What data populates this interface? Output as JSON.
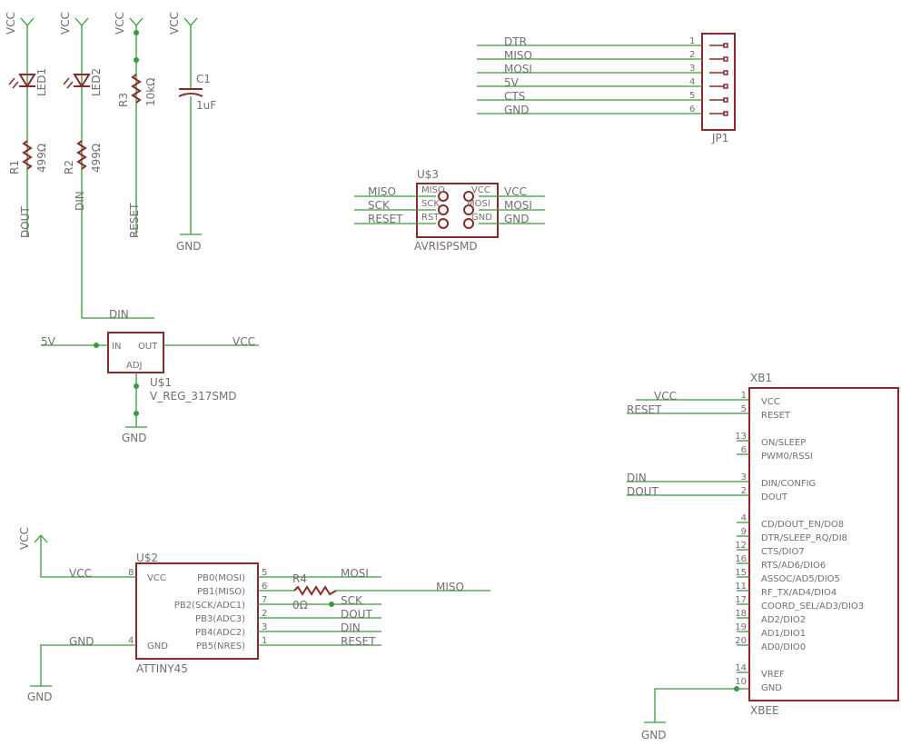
{
  "vcc": "VCC",
  "gnd": "GND",
  "led1": "LED1",
  "led2": "LED2",
  "r1": {
    "name": "R1",
    "value": "499Ω"
  },
  "r2": {
    "name": "R2",
    "value": "499Ω"
  },
  "r3": {
    "name": "R3",
    "value": "10kΩ"
  },
  "r4": {
    "name": "R4",
    "value": "0Ω"
  },
  "c1": {
    "name": "C1",
    "value": "1uF"
  },
  "nets": {
    "dout": "DOUT",
    "din": "DIN",
    "reset": "RESET",
    "miso": "MISO",
    "mosi": "MOSI",
    "sck": "SCK",
    "five_v": "5V",
    "dtr": "DTR",
    "cts": "CTS"
  },
  "jp1": {
    "name": "JP1",
    "pins": [
      "1",
      "2",
      "3",
      "4",
      "5",
      "6"
    ],
    "nets": [
      "DTR",
      "MISO",
      "MOSI",
      "5V",
      "CTS",
      "GND"
    ]
  },
  "u3": {
    "name": "U$3",
    "value": "AVRISPSMD",
    "pins": [
      "MISO",
      "SCK",
      "RST",
      "VCC",
      "MOSI",
      "GND"
    ]
  },
  "u1": {
    "name": "U$1",
    "value": "V_REG_317SMD",
    "pins": [
      "IN",
      "OUT",
      "ADJ"
    ]
  },
  "u2": {
    "name": "U$2",
    "value": "ATTINY45",
    "left_pins": [
      {
        "num": "8",
        "label": "VCC"
      },
      {
        "num": "4",
        "label": "GND"
      }
    ],
    "right_pins": [
      {
        "num": "5",
        "label": "PB0(MOSI)"
      },
      {
        "num": "6",
        "label": "PB1(MISO)"
      },
      {
        "num": "7",
        "label": "PB2(SCK/ADC1)"
      },
      {
        "num": "2",
        "label": "PB3(ADC3)"
      },
      {
        "num": "3",
        "label": "PB4(ADC2)"
      },
      {
        "num": "1",
        "label": "PB5(NRES)"
      }
    ]
  },
  "xb1": {
    "name": "XB1",
    "value": "XBEE",
    "pins": [
      {
        "num": "1",
        "label": "VCC"
      },
      {
        "num": "5",
        "label": "RESET"
      },
      {
        "num": "13",
        "label": "ON/SLEEP"
      },
      {
        "num": "6",
        "label": "PWM0/RSSI"
      },
      {
        "num": "3",
        "label": "DIN/CONFIG"
      },
      {
        "num": "2",
        "label": "DOUT"
      },
      {
        "num": "4",
        "label": "CD/DOUT_EN/DO8"
      },
      {
        "num": "9",
        "label": "DTR/SLEEP_RQ/DI8"
      },
      {
        "num": "12",
        "label": "CTS/DIO7"
      },
      {
        "num": "16",
        "label": "RTS/AD6/DIO6"
      },
      {
        "num": "15",
        "label": "ASSOC/AD5/DIO5"
      },
      {
        "num": "11",
        "label": "RF_TX/AD4/DIO4"
      },
      {
        "num": "17",
        "label": "COORD_SEL/AD3/DIO3"
      },
      {
        "num": "18",
        "label": "AD2/DIO2"
      },
      {
        "num": "19",
        "label": "AD1/DIO1"
      },
      {
        "num": "20",
        "label": "AD0/DIO0"
      },
      {
        "num": "14",
        "label": "VREF"
      },
      {
        "num": "10",
        "label": "GND"
      }
    ]
  }
}
